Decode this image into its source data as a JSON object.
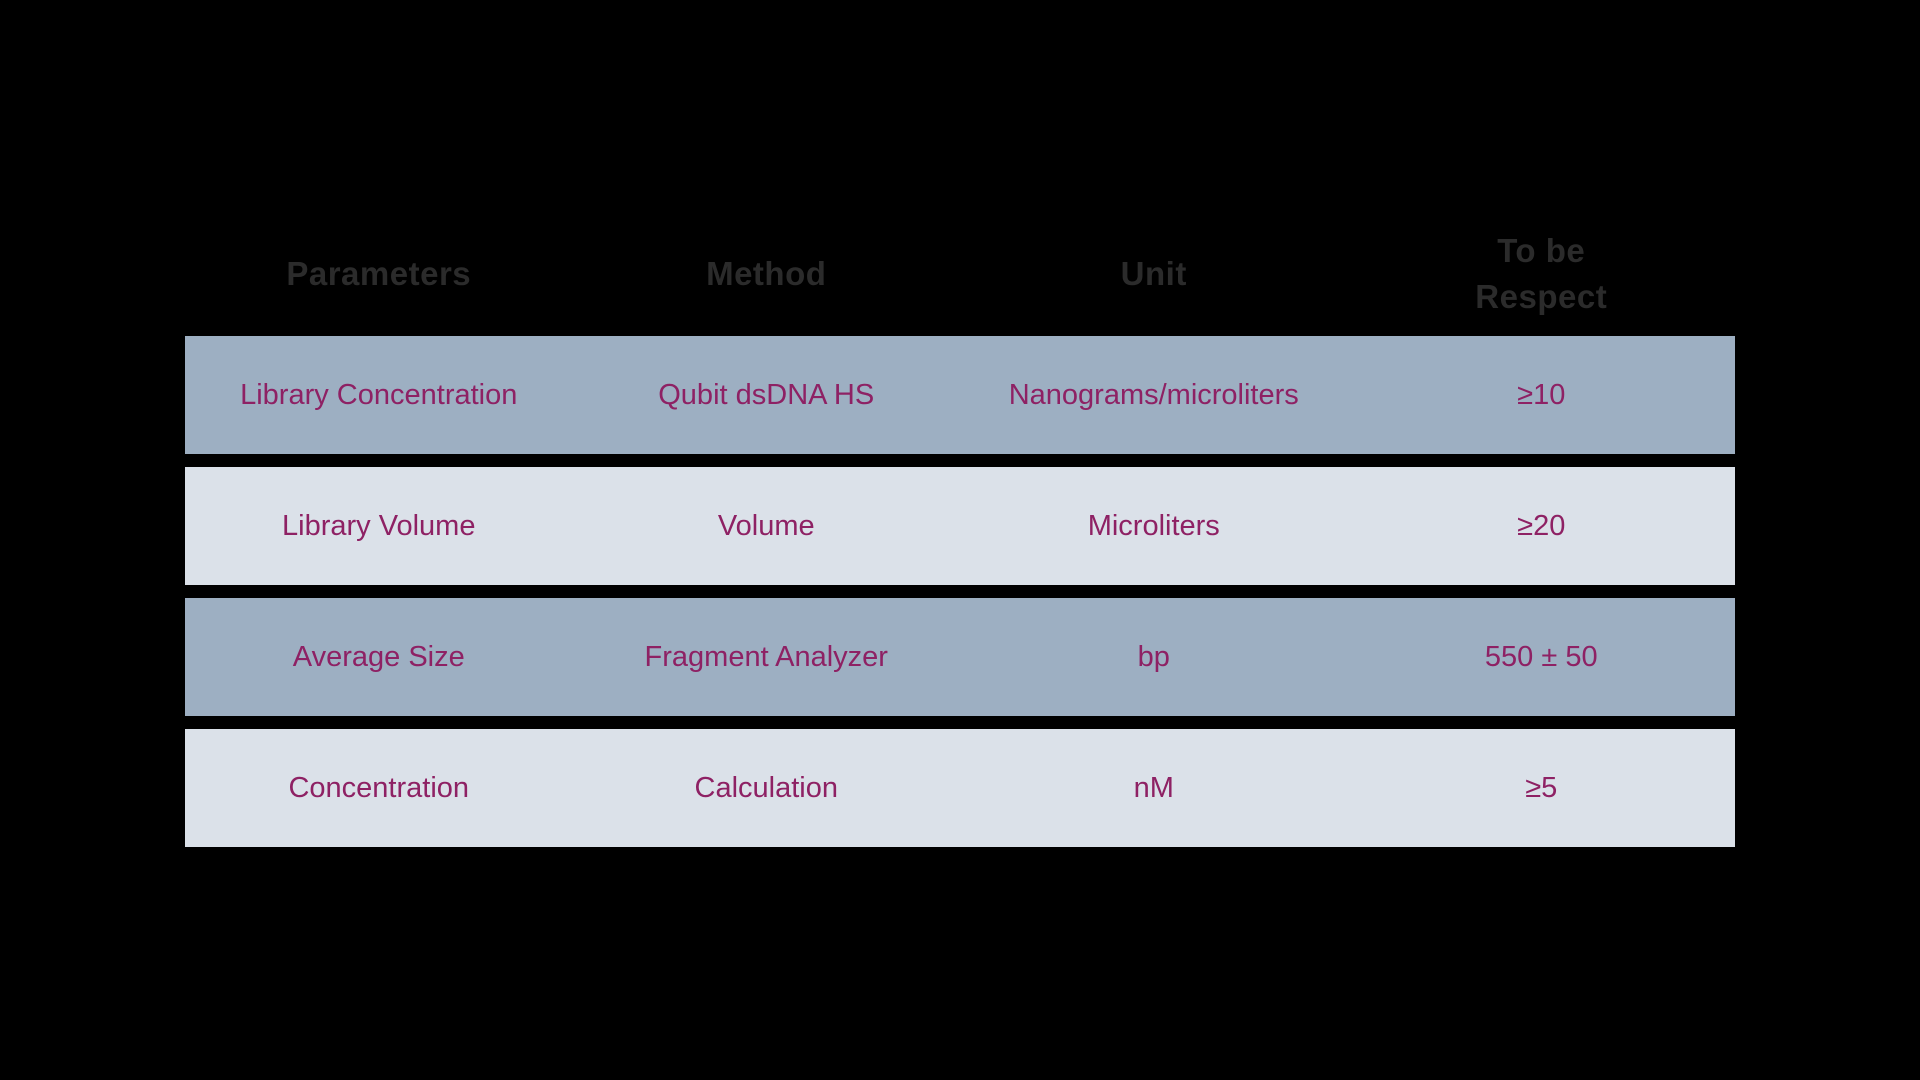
{
  "background_color": "#000000",
  "table": {
    "columns": [
      "Parameters",
      "Method",
      "Unit",
      "To be\nRespect"
    ],
    "rows": [
      {
        "cells": [
          "Library Concentration",
          "Qubit dsDNA HS",
          "Nanograms/microliters",
          "≥10"
        ]
      },
      {
        "cells": [
          "Library Volume",
          "Volume",
          "Microliters",
          "≥20"
        ]
      },
      {
        "cells": [
          "Average Size",
          "Fragment Analyzer",
          "bp",
          "550 ± 50"
        ]
      },
      {
        "cells": [
          "Concentration",
          "Calculation",
          "nM",
          "≥5"
        ]
      }
    ],
    "colors": {
      "row_dark_background": "#9dafc2",
      "row_light_background": "#dbe1e9",
      "cell_text": "#8e2164",
      "header_text": "#2b2b2b"
    }
  },
  "chart_data": {
    "type": "table",
    "columns": [
      "Parameters",
      "Method",
      "Unit",
      "To be Respect"
    ],
    "rows": [
      [
        "Library Concentration",
        "Qubit dsDNA HS",
        "Nanograms/microliters",
        "≥10"
      ],
      [
        "Library Volume",
        "Volume",
        "Microliters",
        "≥20"
      ],
      [
        "Average Size",
        "Fragment Analyzer",
        "bp",
        "550 ± 50"
      ],
      [
        "Concentration",
        "Calculation",
        "nM",
        "≥5"
      ]
    ]
  }
}
